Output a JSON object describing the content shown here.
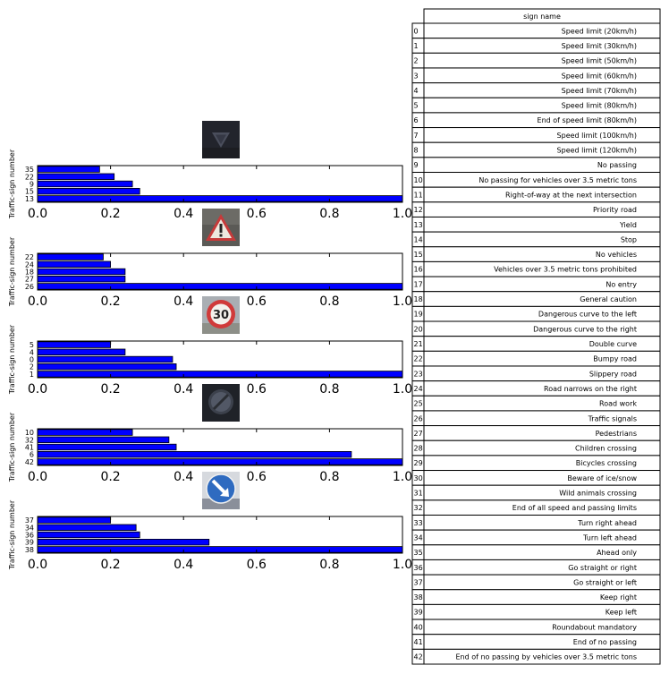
{
  "table": {
    "header": "sign name",
    "rows": [
      {
        "id": "0",
        "name": "Speed limit (20km/h)"
      },
      {
        "id": "1",
        "name": "Speed limit (30km/h)"
      },
      {
        "id": "2",
        "name": "Speed limit (50km/h)"
      },
      {
        "id": "3",
        "name": "Speed limit (60km/h)"
      },
      {
        "id": "4",
        "name": "Speed limit (70km/h)"
      },
      {
        "id": "5",
        "name": "Speed limit (80km/h)"
      },
      {
        "id": "6",
        "name": "End of speed limit (80km/h)"
      },
      {
        "id": "7",
        "name": "Speed limit (100km/h)"
      },
      {
        "id": "8",
        "name": "Speed limit (120km/h)"
      },
      {
        "id": "9",
        "name": "No passing"
      },
      {
        "id": "10",
        "name": "No passing for vehicles over 3.5 metric tons"
      },
      {
        "id": "11",
        "name": "Right-of-way at the next intersection"
      },
      {
        "id": "12",
        "name": "Priority road"
      },
      {
        "id": "13",
        "name": "Yield"
      },
      {
        "id": "14",
        "name": "Stop"
      },
      {
        "id": "15",
        "name": "No vehicles"
      },
      {
        "id": "16",
        "name": "Vehicles over 3.5 metric tons prohibited"
      },
      {
        "id": "17",
        "name": "No entry"
      },
      {
        "id": "18",
        "name": "General caution"
      },
      {
        "id": "19",
        "name": "Dangerous curve to the left"
      },
      {
        "id": "20",
        "name": "Dangerous curve to the right"
      },
      {
        "id": "21",
        "name": "Double curve"
      },
      {
        "id": "22",
        "name": "Bumpy road"
      },
      {
        "id": "23",
        "name": "Slippery road"
      },
      {
        "id": "24",
        "name": "Road narrows on the right"
      },
      {
        "id": "25",
        "name": "Road work"
      },
      {
        "id": "26",
        "name": "Traffic signals"
      },
      {
        "id": "27",
        "name": "Pedestrians"
      },
      {
        "id": "28",
        "name": "Children crossing"
      },
      {
        "id": "29",
        "name": "Bicycles crossing"
      },
      {
        "id": "30",
        "name": "Beware of ice/snow"
      },
      {
        "id": "31",
        "name": "Wild animals crossing"
      },
      {
        "id": "32",
        "name": "End of all speed and passing limits"
      },
      {
        "id": "33",
        "name": "Turn right ahead"
      },
      {
        "id": "34",
        "name": "Turn left ahead"
      },
      {
        "id": "35",
        "name": "Ahead only"
      },
      {
        "id": "36",
        "name": "Go straight or right"
      },
      {
        "id": "37",
        "name": "Go straight or left"
      },
      {
        "id": "38",
        "name": "Keep right"
      },
      {
        "id": "39",
        "name": "Keep left"
      },
      {
        "id": "40",
        "name": "Roundabout mandatory"
      },
      {
        "id": "41",
        "name": "End of no passing"
      },
      {
        "id": "42",
        "name": "End of no passing by vehicles over 3.5 metric tons"
      }
    ]
  },
  "chart_data": [
    {
      "type": "bar",
      "orientation": "horizontal",
      "image": "yield-sign-icon",
      "categories": [
        "13",
        "15",
        "9",
        "22",
        "35"
      ],
      "values": [
        1.0,
        0.28,
        0.26,
        0.21,
        0.17
      ],
      "ylabel": "Traffic-sign number",
      "xlim": [
        0,
        1.0
      ],
      "xticks": [
        "0.0",
        "0.2",
        "0.4",
        "0.6",
        "0.8",
        "1.0"
      ],
      "bar_color": "#0000ff"
    },
    {
      "type": "bar",
      "orientation": "horizontal",
      "image": "warning-triangle-icon",
      "categories": [
        "26",
        "27",
        "18",
        "24",
        "22"
      ],
      "values": [
        1.0,
        0.24,
        0.24,
        0.2,
        0.18
      ],
      "ylabel": "Traffic-sign number",
      "xlim": [
        0,
        1.0
      ],
      "xticks": [
        "0.0",
        "0.2",
        "0.4",
        "0.6",
        "0.8",
        "1.0"
      ],
      "bar_color": "#0000ff"
    },
    {
      "type": "bar",
      "orientation": "horizontal",
      "image": "speed-limit-30-icon",
      "categories": [
        "1",
        "2",
        "0",
        "4",
        "5"
      ],
      "values": [
        1.0,
        0.38,
        0.37,
        0.24,
        0.2
      ],
      "ylabel": "Traffic-sign number",
      "xlim": [
        0,
        1.0
      ],
      "xticks": [
        "0.0",
        "0.2",
        "0.4",
        "0.6",
        "0.8",
        "1.0"
      ],
      "bar_color": "#0000ff"
    },
    {
      "type": "bar",
      "orientation": "horizontal",
      "image": "end-of-limits-icon",
      "categories": [
        "42",
        "6",
        "41",
        "32",
        "10"
      ],
      "values": [
        1.0,
        0.86,
        0.38,
        0.36,
        0.26
      ],
      "ylabel": "Traffic-sign number",
      "xlim": [
        0,
        1.0
      ],
      "xticks": [
        "0.0",
        "0.2",
        "0.4",
        "0.6",
        "0.8",
        "1.0"
      ],
      "bar_color": "#0000ff"
    },
    {
      "type": "bar",
      "orientation": "horizontal",
      "image": "keep-right-icon",
      "categories": [
        "38",
        "39",
        "36",
        "34",
        "37"
      ],
      "values": [
        1.0,
        0.47,
        0.28,
        0.27,
        0.2
      ],
      "ylabel": "Traffic-sign number",
      "xlim": [
        0,
        1.0
      ],
      "xticks": [
        "0.0",
        "0.2",
        "0.4",
        "0.6",
        "0.8",
        "1.0"
      ],
      "bar_color": "#0000ff"
    }
  ]
}
